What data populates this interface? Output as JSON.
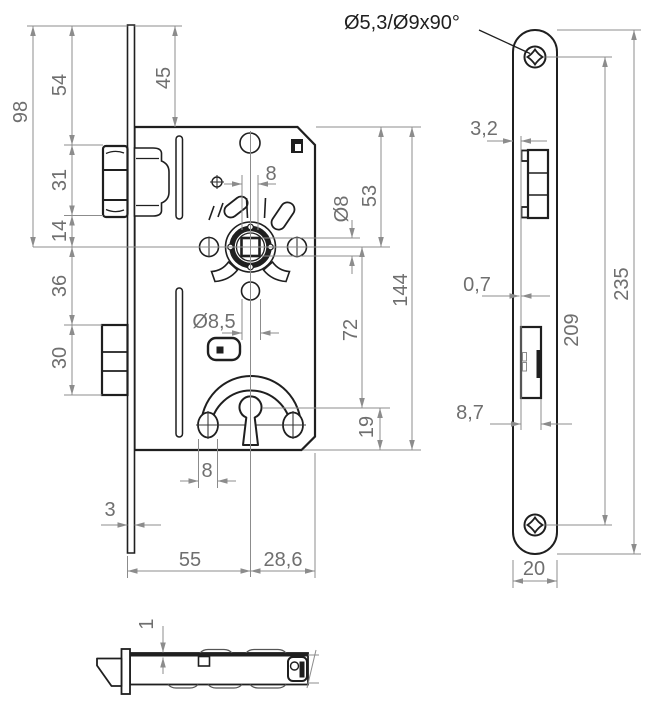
{
  "drawing": {
    "callout": "Ø5,3/Ø9x90°",
    "colors": {
      "outline": "#1f1f1f",
      "dimension_line": "#8c8c8c",
      "dimension_text": "#6f6f6f",
      "background": "#ffffff"
    },
    "dims": {
      "d98": "98",
      "d54": "54",
      "d45": "45",
      "d31": "31",
      "d14": "14",
      "d36": "36",
      "d30": "30",
      "d8_top": "8",
      "d8_5": "Ø8,5",
      "d8_bottom": "8",
      "d3": "3",
      "d55": "55",
      "d28_6": "28,6",
      "d8_sq": "Ø8",
      "d53": "53",
      "d72": "72",
      "d19": "19",
      "d144": "144",
      "d3_2": "3,2",
      "d0_7": "0,7",
      "d8_7": "8,7",
      "d209": "209",
      "d235": "235",
      "d20": "20",
      "d1": "1"
    }
  }
}
